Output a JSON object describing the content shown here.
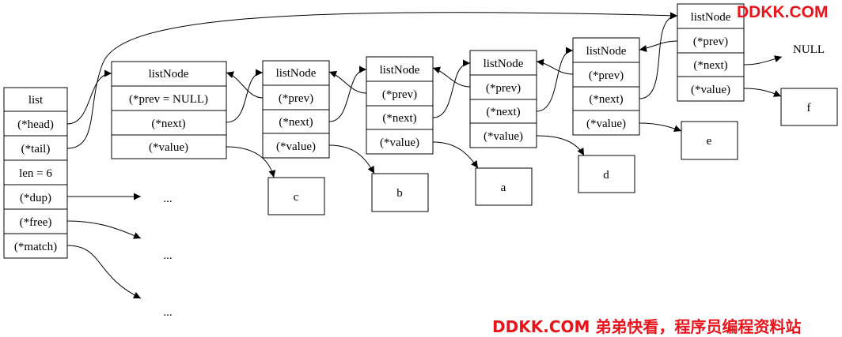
{
  "list": {
    "title": "list",
    "fields": [
      "(*head)",
      "(*tail)",
      "len = 6",
      "(*dup)",
      "(*free)",
      "(*match)"
    ]
  },
  "nodes": [
    {
      "title": "listNode",
      "prev": "(*prev = NULL)",
      "next": "(*next)",
      "value": "(*value)"
    },
    {
      "title": "listNode",
      "prev": "(*prev)",
      "next": "(*next)",
      "value": "(*value)"
    },
    {
      "title": "listNode",
      "prev": "(*prev)",
      "next": "(*next)",
      "value": "(*value)"
    },
    {
      "title": "listNode",
      "prev": "(*prev)",
      "next": "(*next)",
      "value": "(*value)"
    },
    {
      "title": "listNode",
      "prev": "(*prev)",
      "next": "(*next)",
      "value": "(*value)"
    },
    {
      "title": "listNode",
      "prev": "(*prev)",
      "next": "(*next)",
      "value": "(*value)"
    }
  ],
  "values": [
    "c",
    "b",
    "a",
    "d",
    "e",
    "f"
  ],
  "null_label": "NULL",
  "ellipses": [
    "...",
    "...",
    "..."
  ],
  "watermark": {
    "top": "DDKK.COM",
    "bottom": "DDKK.COM 弟弟快看，程序员编程资料站",
    "color": "#e8141b"
  }
}
